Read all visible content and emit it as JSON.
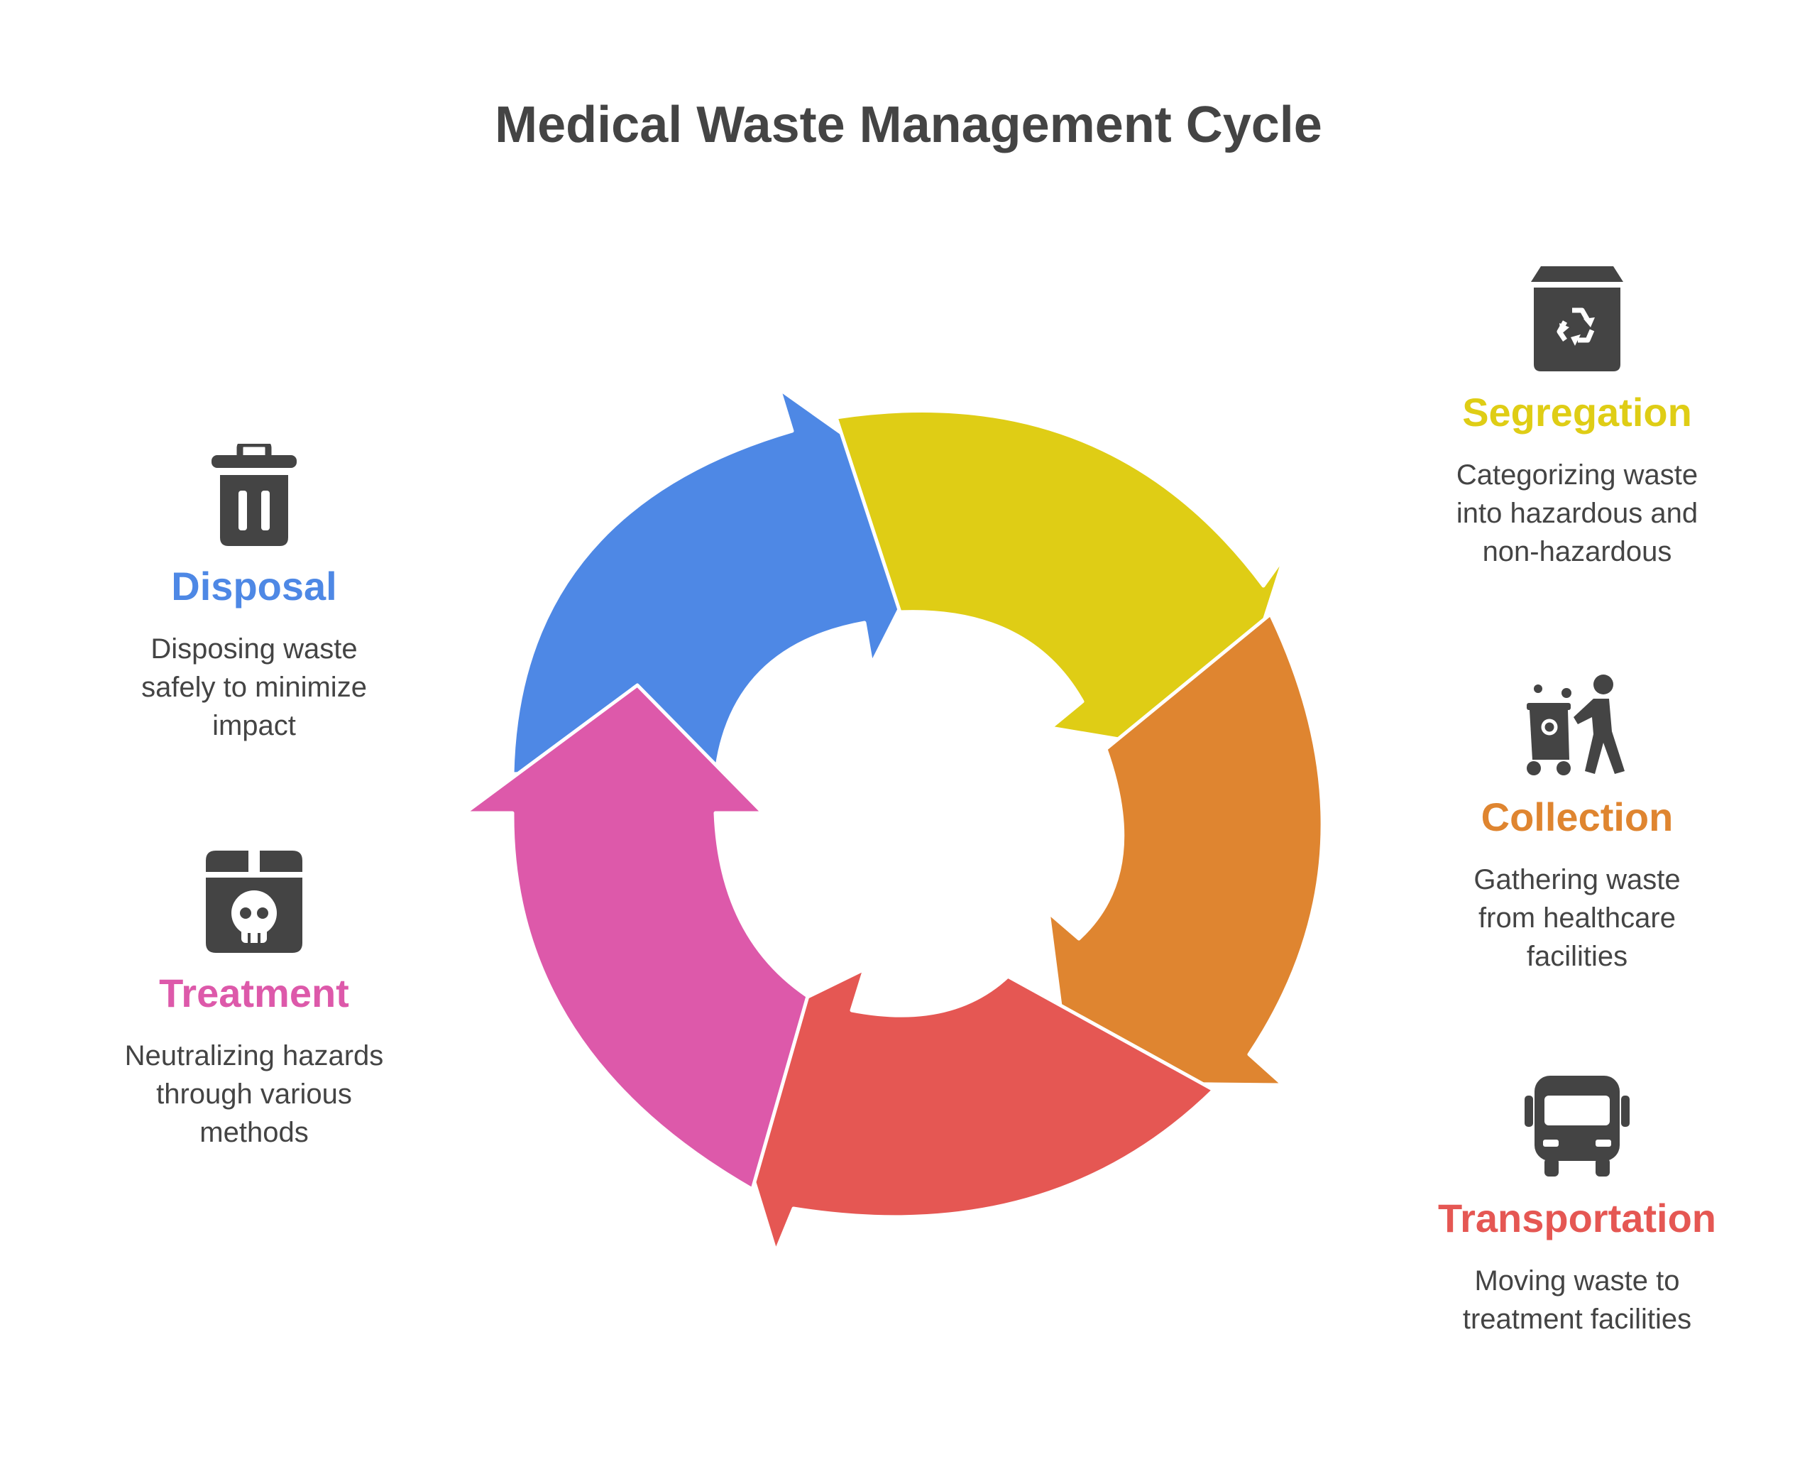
{
  "title": "Medical Waste Management Cycle",
  "colors": {
    "disposal": "#4e88e5",
    "segregation": "#dfcd15",
    "collection": "#df8530",
    "transportation": "#e55753",
    "treatment": "#dd59aa",
    "text": "#444444"
  },
  "steps": {
    "segregation": {
      "icon": "recycle-bin-icon",
      "heading": "Segregation",
      "desc": [
        "Categorizing waste",
        "into hazardous and",
        "non-hazardous"
      ]
    },
    "collection": {
      "icon": "person-pushing-cart-icon",
      "heading": "Collection",
      "desc": [
        "Gathering waste",
        "from healthcare",
        "facilities"
      ]
    },
    "transportation": {
      "icon": "bus-icon",
      "heading": "Transportation",
      "desc": [
        "Moving waste to",
        "treatment facilities"
      ]
    },
    "disposal": {
      "icon": "trash-can-icon",
      "heading": "Disposal",
      "desc": [
        "Disposing waste",
        "safely to minimize",
        "impact"
      ]
    },
    "treatment": {
      "icon": "skull-box-icon",
      "heading": "Treatment",
      "desc": [
        "Neutralizing hazards",
        "through various",
        "methods"
      ]
    }
  }
}
